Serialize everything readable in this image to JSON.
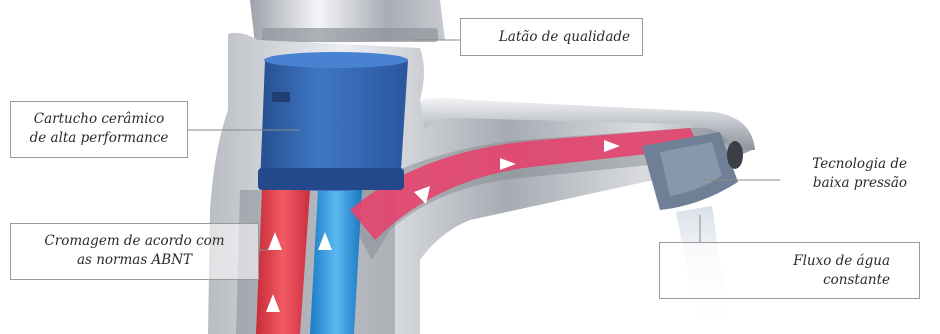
{
  "callouts": {
    "latao": {
      "text": "Latão de qualidade"
    },
    "cartucho": {
      "line1": "Cartucho cerâmico",
      "line2": "de alta performance"
    },
    "cromagem": {
      "line1": "Cromagem de acordo com",
      "line2": "as normas ABNT"
    },
    "tecnologia": {
      "line1": "Tecnologia de",
      "line2": "baixa pressão"
    },
    "fluxo": {
      "line1": "Fluxo de água",
      "line2": "constante"
    }
  },
  "colors": {
    "hot_water": "#e8424f",
    "cold_water": "#2c9be0",
    "mixed_flow": "#e0406a",
    "cartridge": "#2f62b0",
    "chrome": "#c9ccd2",
    "aerator": "#6f7f95"
  },
  "icons": {
    "flow_arrow": "triangle-arrow-icon"
  }
}
